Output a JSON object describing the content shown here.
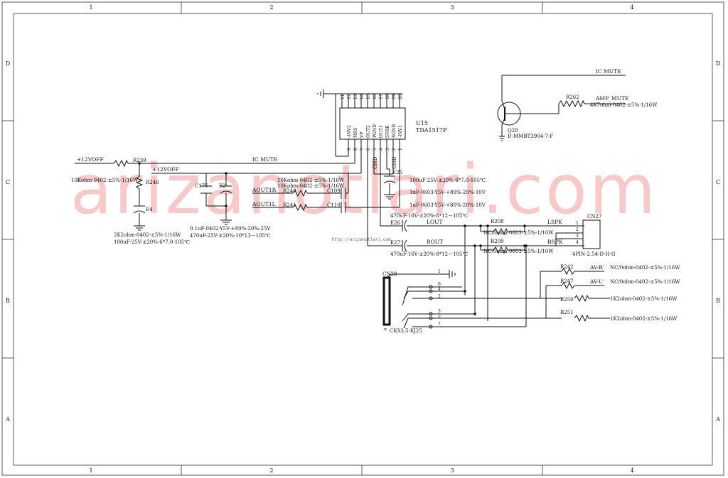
{
  "frame": {
    "cols": [
      "1",
      "2",
      "3",
      "4"
    ],
    "rows": [
      "D",
      "C",
      "B",
      "A"
    ]
  },
  "watermark": "arizanotlari.com",
  "watermark_small": "http://arizanotlari.com",
  "colors": {
    "line": "#111111",
    "watermark": "#f7c9c9",
    "background": "#ffffff"
  },
  "nets": {
    "v12_left": "+12VOFF",
    "v12_mid": "+12VOFF",
    "ic_mute_top": "IC MUTE",
    "ic_mute_mid": "IC MUTE",
    "amp_mute": "AMP_MUTE",
    "aout1r": "AOUT1R",
    "aout1l": "AOUT1L",
    "lout": "LOUT",
    "rout": "ROUT",
    "lspk": "LSPK",
    "rspk": "RSPK",
    "avr": "AV-R'",
    "avl": "AV-L'"
  },
  "u15": {
    "ref": "U15",
    "part": "TDA1517P",
    "top_pins": [
      "11",
      "12",
      "13",
      "14",
      "15",
      "16",
      "17",
      "18",
      "19",
      "20"
    ],
    "pin_names": [
      "-INV2",
      "MSS",
      "VP",
      "OUT2",
      "PGND",
      "OUT1",
      "SVRR",
      "SGND",
      "-INV1"
    ],
    "bottom_pins": [
      "9",
      "8",
      "7",
      "6",
      "5",
      "4",
      "3",
      "2",
      "1"
    ],
    "gnd_labels": [
      "GND",
      "GND"
    ]
  },
  "q28": {
    "ref": "Q28",
    "part": "D-MMBT3904-7-F"
  },
  "components": {
    "r262": {
      "ref": "R262",
      "value": "4K7ohm-0402-±5%-1/16W"
    },
    "r239": {
      "ref": "R239",
      "value": "10Kohm-0402-±5%-1/16W"
    },
    "r246": {
      "ref": "R246",
      "value": "2K2ohm-0402-±5%-1/16W"
    },
    "e4": {
      "ref": "E4",
      "value": "100uF-25V-±20%-6*7.0-105℃"
    },
    "c175": {
      "ref": "C175",
      "value": "0.1uF-0402-Y5V-+80%-20%-25V"
    },
    "e2": {
      "ref": "E2",
      "value": "470uF-25V-±20%-10*13－105℃"
    },
    "r240": {
      "ref": "R240",
      "value": "10Kohm-0402-±5%-1/16W"
    },
    "r241": {
      "ref": "R241",
      "value": "10Kohm-0402-±5%-1/16W"
    },
    "c109": {
      "ref": "C109",
      "value": "1uF-0603-Y5V-+80%-20%-10V"
    },
    "c110": {
      "ref": "C110",
      "value": "1uF-0603-Y5V-+80%-20%-10V"
    },
    "e25": {
      "ref": "E25",
      "value": "100uF-25V-±20%-6*7.0-105℃"
    },
    "e26": {
      "ref": "E26",
      "value": "470uF-16V-±20%-8*12－105℃"
    },
    "e27": {
      "ref": "E27",
      "value": "470uF-16V-±20%-8*12－105℃"
    },
    "r208": {
      "ref": "R208",
      "value": "NC/0ohm-0603-±5%-1/10W"
    },
    "r209": {
      "ref": "R209",
      "value": "NC/0ohm-0603-±5%-1/10W"
    },
    "cn27": {
      "ref": "CN27",
      "part": "4PIN-2.54-D-H-G",
      "pins": [
        "1",
        "2",
        "3",
        "4"
      ]
    },
    "r242": {
      "ref": "R242",
      "value": "NC/0ohm-0402-±5%-1/16W"
    },
    "r247": {
      "ref": "R247",
      "value": "NC/0ohm-0402-±5%-1/16W"
    },
    "r250": {
      "ref": "R250",
      "value": "1K2ohm-0402-±5%-1/16W"
    },
    "r251": {
      "ref": "R251",
      "value": "1K2ohm-0402-±5%-1/16W"
    },
    "cn28": {
      "ref": "CN28",
      "part": "CKS3.5-KJ25",
      "star": "*",
      "pins": [
        "1",
        "6",
        "4",
        "2",
        "3",
        "5",
        "7"
      ]
    }
  }
}
